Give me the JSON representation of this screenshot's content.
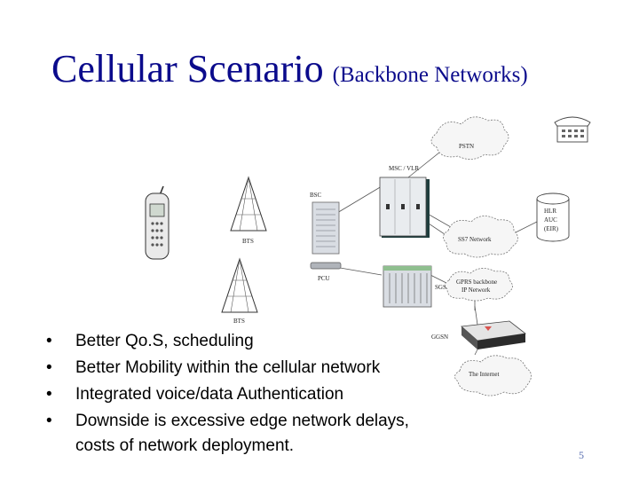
{
  "slide": {
    "title_main": "Cellular Scenario",
    "title_sub": "(Backbone Networks)",
    "page_number": "5"
  },
  "diagram": {
    "labels": {
      "pstn": "PSTN",
      "msc_vlr": "MSC / VLR",
      "bsc": "BSC",
      "bts_upper": "BTS",
      "bts_lower": "BTS",
      "pcu": "PCU",
      "ss7": "SS7 Network",
      "hlr": "HLR",
      "auc": "AUC",
      "eir": "(EIR)",
      "sgsn": "SGSN",
      "gprs_line1": "GPRS backbone",
      "gprs_line2": "IP Network",
      "ggsn": "GGSN",
      "internet": "The Internet"
    }
  },
  "bullets": [
    {
      "text": "Better Qo.S, scheduling"
    },
    {
      "text": "Better Mobility within the cellular network"
    },
    {
      "text": "Integrated voice/data Authentication"
    },
    {
      "text": "Downside is excessive edge network delays,",
      "continuation": "costs of network deployment."
    }
  ],
  "bullet_symbol": "•",
  "colors": {
    "title": "#0b0b8c",
    "page_number": "#5a6fb0",
    "equipment": "#d9dde3",
    "equipment_dark": "#1f3d3d"
  }
}
